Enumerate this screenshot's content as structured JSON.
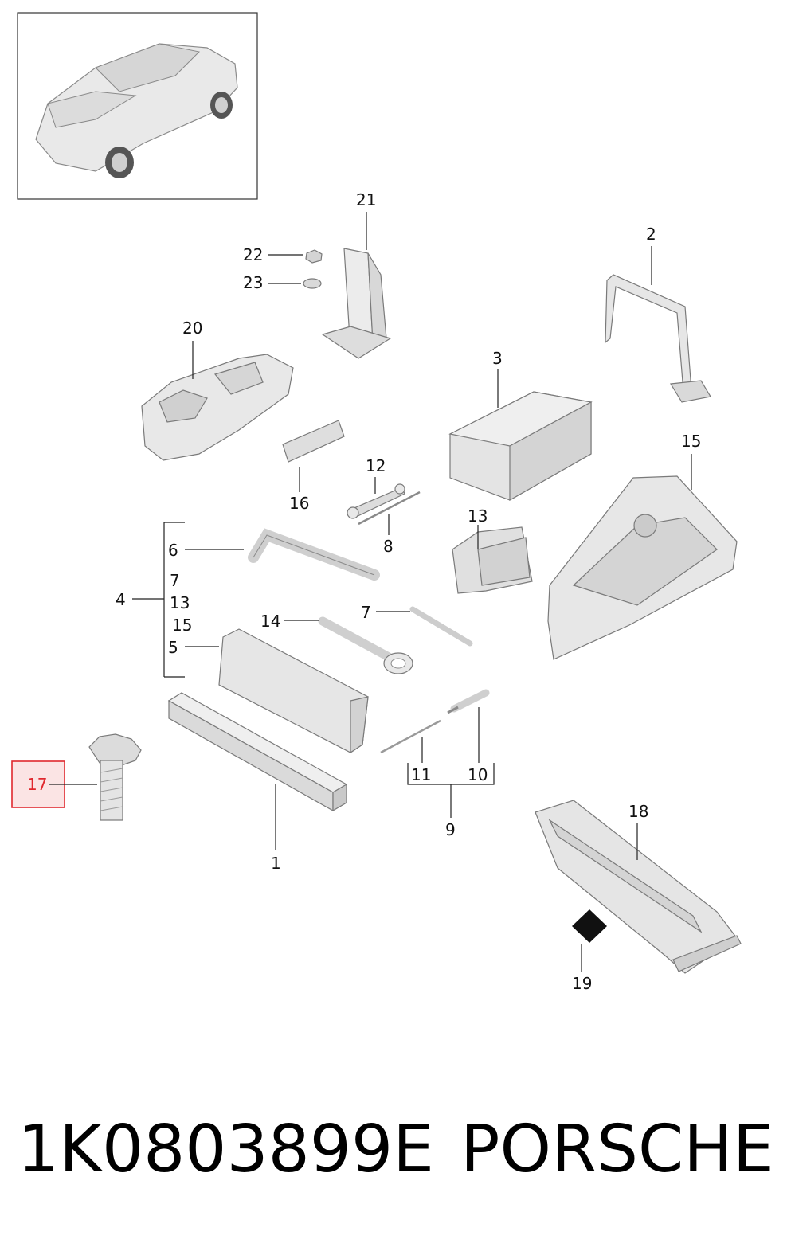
{
  "callouts": {
    "c1": "1",
    "c2": "2",
    "c3": "3",
    "c4": "4",
    "c5": "5",
    "c6": "6",
    "c7a": "7",
    "c7b": "7",
    "c8": "8",
    "c9": "9",
    "c10": "10",
    "c11": "11",
    "c12": "12",
    "c13a": "13",
    "c13b": "13",
    "c14": "14",
    "c15a": "15",
    "c15b": "15",
    "c16": "16",
    "c17": "17",
    "c18": "18",
    "c19": "19",
    "c20": "20",
    "c21": "21",
    "c22": "22",
    "c23": "23"
  },
  "highlight": {
    "part": "17",
    "color": "#e0282e",
    "fill": "#fbe4e4"
  },
  "footer": {
    "part_number": "1K0803899E",
    "brand": "PORSCHE"
  },
  "colors": {
    "part_fill": "#e6e6e6",
    "part_shade": "#cfcfcf",
    "line": "#222222"
  }
}
